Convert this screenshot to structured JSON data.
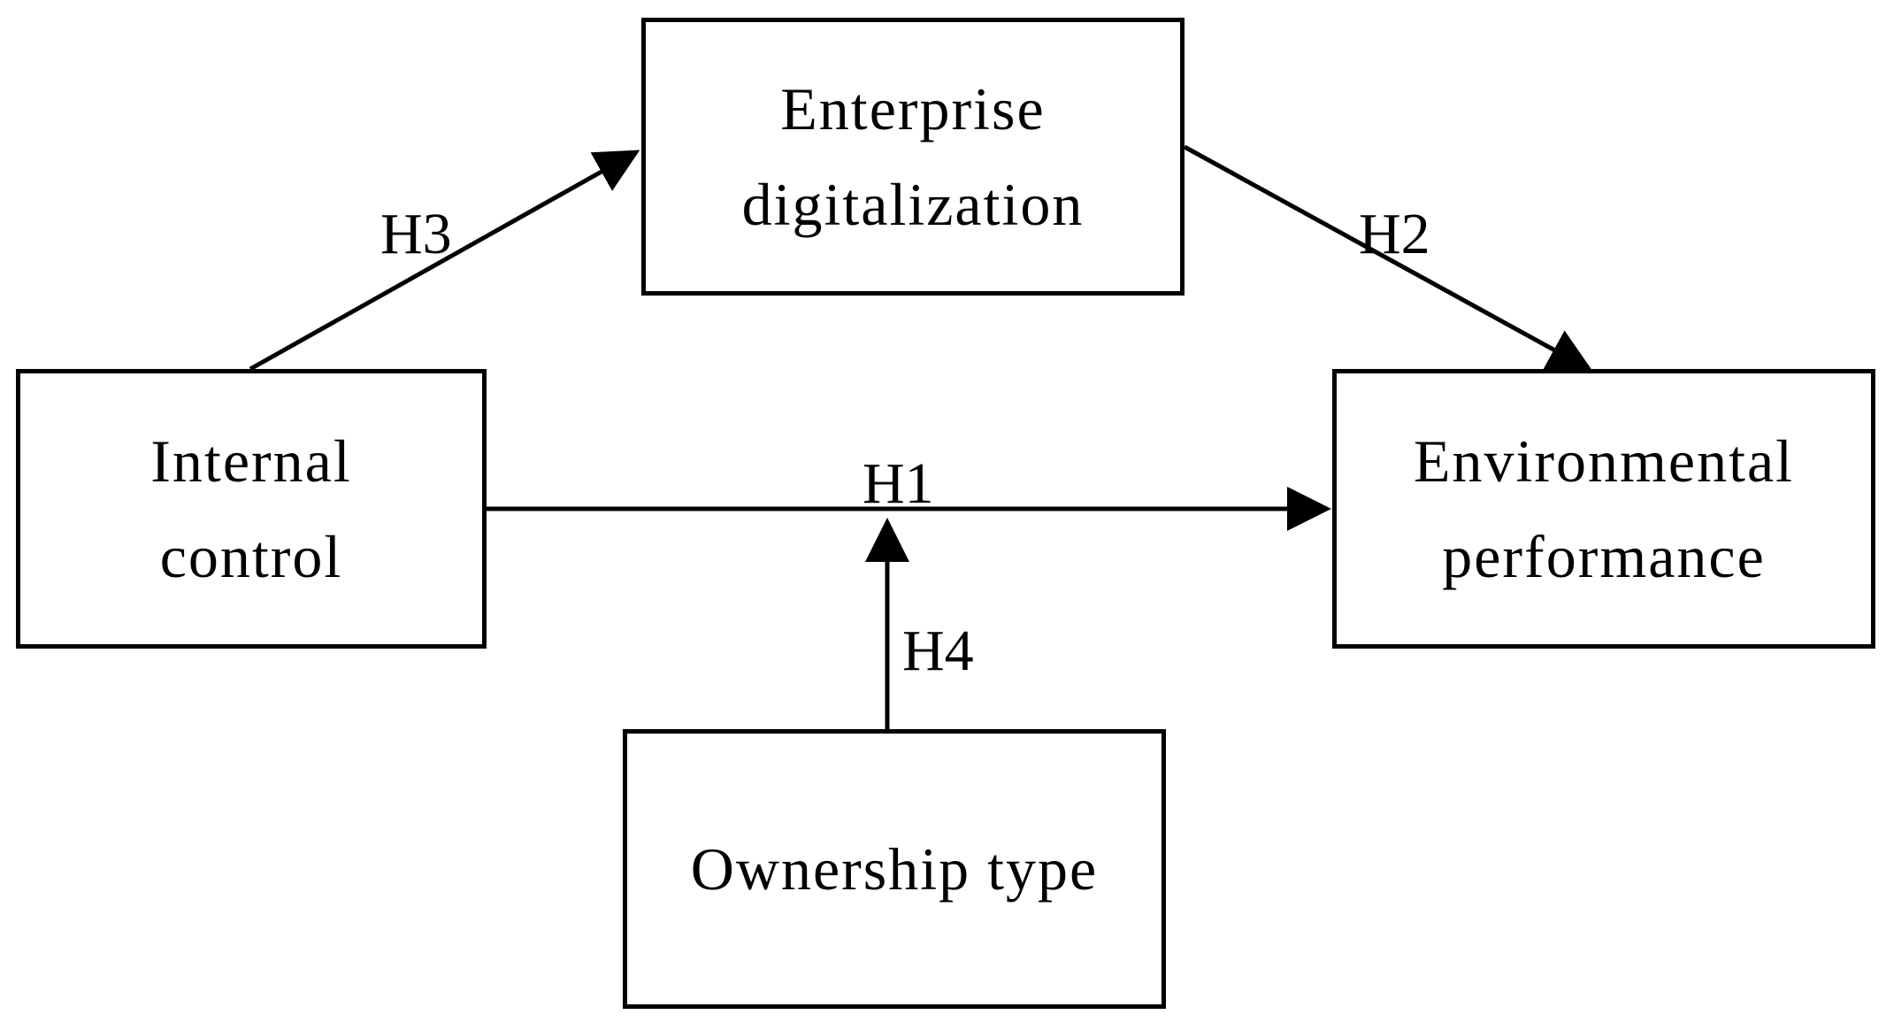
{
  "nodes": {
    "enterprise_digitalization": {
      "lines": [
        "Enterprise",
        "digitalization"
      ]
    },
    "internal_control": {
      "lines": [
        "Internal",
        "control"
      ]
    },
    "environmental_performance": {
      "lines": [
        "Environmental",
        "performance"
      ]
    },
    "ownership_type": {
      "lines": [
        "Ownership type"
      ]
    }
  },
  "edges": {
    "h1": {
      "label": "H1",
      "from": "Internal control",
      "to": "Environmental performance"
    },
    "h2": {
      "label": "H2",
      "from": "Enterprise digitalization",
      "to": "Environmental performance"
    },
    "h3": {
      "label": "H3",
      "from": "Internal control",
      "to": "Enterprise digitalization"
    },
    "h4": {
      "label": "H4",
      "from": "Ownership type",
      "to": "H1"
    }
  }
}
